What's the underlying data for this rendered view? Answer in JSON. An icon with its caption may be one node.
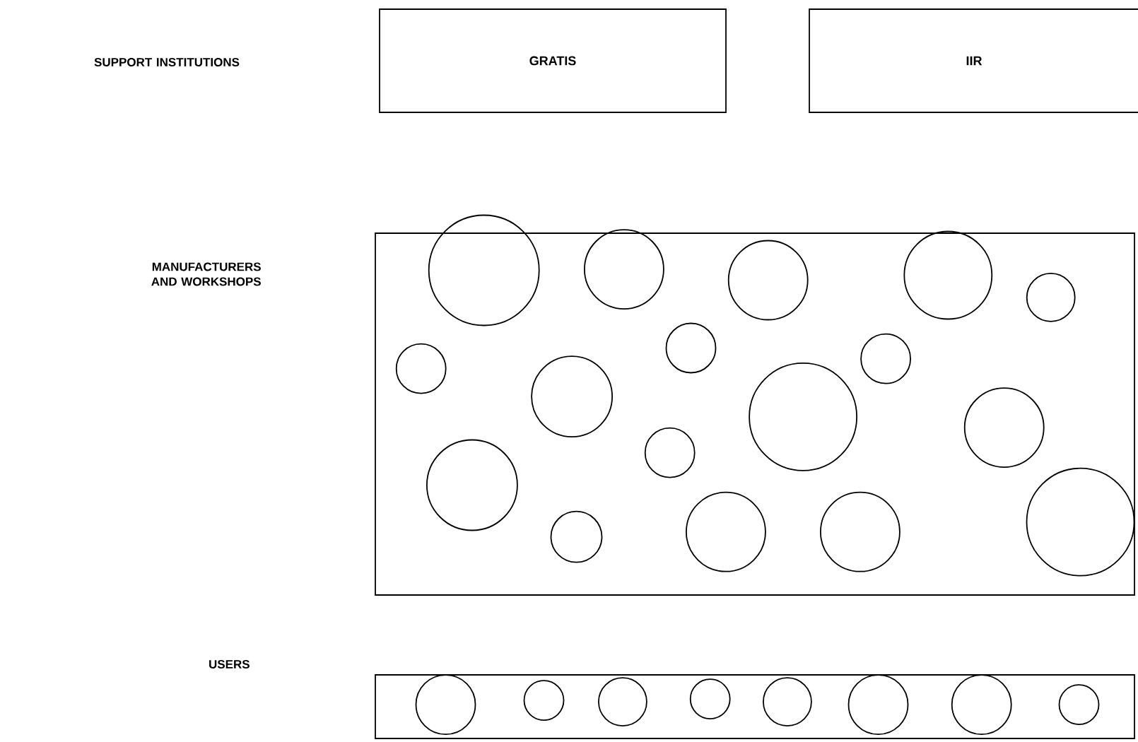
{
  "diagram": {
    "nodes": [
      {
        "text": [
          "GRATIS"
        ]
      },
      {
        "text": [
          "IIR"
        ]
      },
      {
        "text": [],
        "shape": "box"
      },
      {
        "text": [],
        "shape": "circle",
        "in": 2
      },
      {
        "text": [],
        "shape": "circle",
        "in": 2
      },
      {
        "text": [],
        "shape": "circle",
        "in": 2
      },
      {
        "text": [],
        "shape": "circle",
        "in": 2
      },
      {
        "text": [],
        "shape": "circle",
        "in": 2
      },
      {
        "text": [],
        "shape": "circle",
        "in": 2
      },
      {
        "text": [],
        "shape": "circle",
        "in": 2
      },
      {
        "text": [],
        "shape": "circle",
        "in": 2
      },
      {
        "text": [],
        "shape": "circle",
        "in": 2
      },
      {
        "text": [],
        "shape": "circle",
        "in": 2
      },
      {
        "text": [],
        "shape": "circle",
        "in": 2
      },
      {
        "text": [],
        "shape": "circle",
        "in": 2
      },
      {
        "text": [],
        "shape": "circle",
        "in": 2
      },
      {
        "text": [],
        "shape": "circle",
        "in": 2
      },
      {
        "text": [],
        "shape": "circle",
        "in": 2
      },
      {
        "text": [],
        "shape": "circle",
        "in": 2
      },
      {
        "text": [],
        "shape": "circle",
        "in": 2
      },
      {
        "text": [],
        "shape": "box"
      },
      {
        "text": [],
        "shape": "circle",
        "in": 20
      },
      {
        "text": [],
        "shape": "circle",
        "in": 20
      },
      {
        "text": [],
        "shape": "circle",
        "in": 20
      },
      {
        "text": [],
        "shape": "circle",
        "in": 20
      },
      {
        "text": [],
        "shape": "circle",
        "in": 20
      },
      {
        "text": [],
        "shape": "circle",
        "in": 20
      },
      {
        "text": [],
        "shape": "circle",
        "in": 20
      },
      {
        "text": [],
        "shape": "circle",
        "in": 20
      }
    ],
    "labels": [
      "SUPPORT INSTITUTIONS",
      "MANUFACTURERS AND WORKSHOPS",
      "USERS"
    ]
  }
}
